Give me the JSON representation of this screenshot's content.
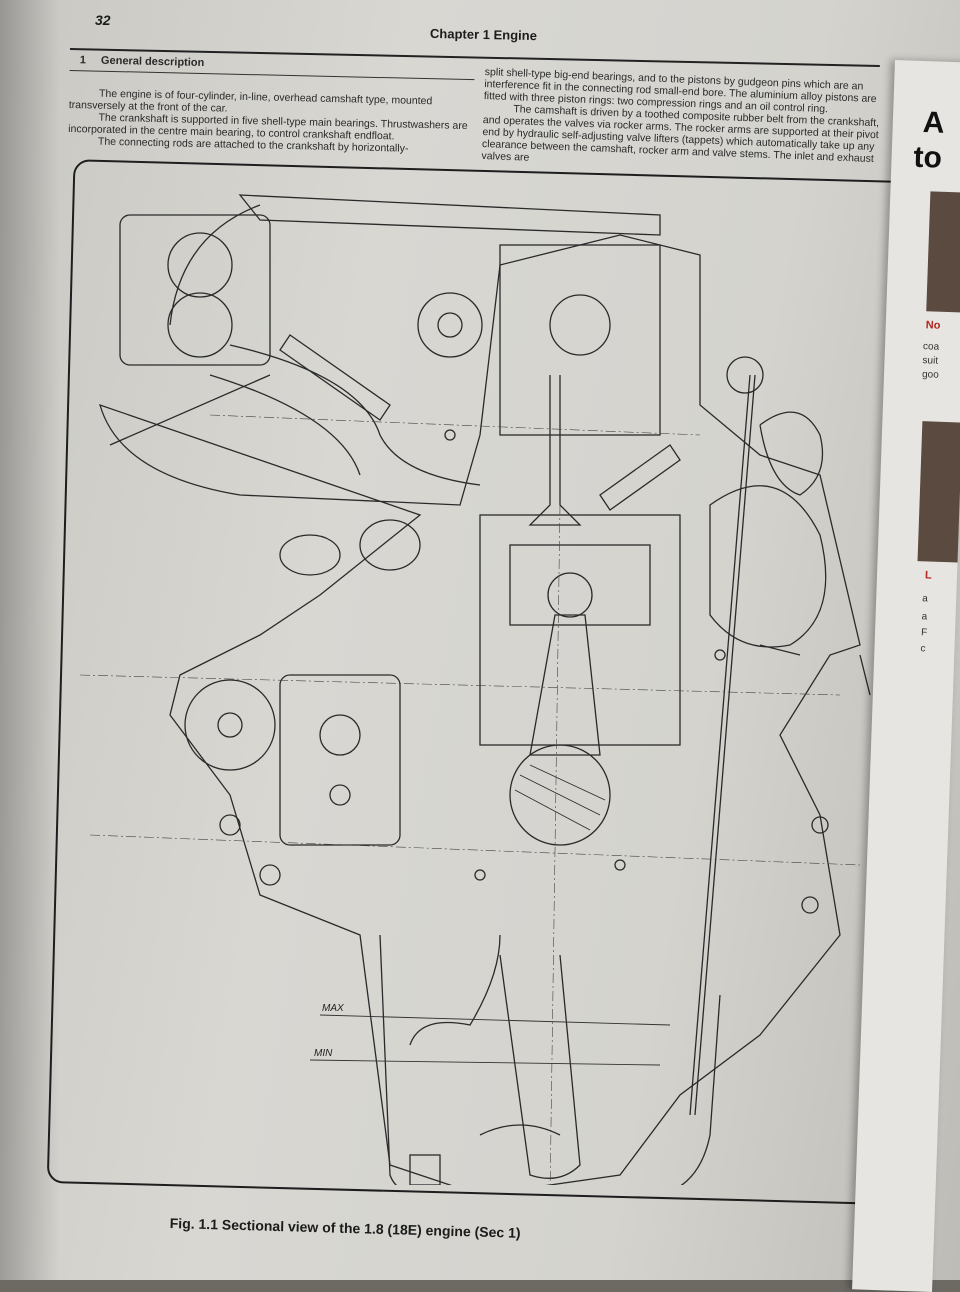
{
  "header": {
    "page_number": "32",
    "chapter_title": "Chapter 1  Engine"
  },
  "section": {
    "number": "1",
    "title": "General description"
  },
  "left_column": {
    "paragraphs": [
      "The engine is of four-cylinder, in-line, overhead camshaft type, mounted transversely at the front of the car.",
      "The crankshaft is supported in five shell-type main bearings. Thrustwashers are incorporated in the centre main bearing, to control crankshaft endfloat.",
      "The connecting rods are attached to the crankshaft by horizontally-"
    ]
  },
  "right_column": {
    "paragraphs": [
      "split shell-type big-end bearings, and to the pistons by gudgeon pins which are an interference fit in the connecting rod small-end bore. The aluminium alloy pistons are fitted with three piston rings: two compression rings and an oil control ring.",
      "The camshaft is driven by a toothed composite rubber belt from the crankshaft, and operates the valves via rocker arms. The rocker arms are supported at their pivot end by hydraulic self-adjusting valve lifters (tappets) which automatically take up any clearance between the camshaft, rocker arm and valve stems. The inlet and exhaust valves are"
    ]
  },
  "figure": {
    "max_label": "MAX",
    "min_label": "MIN",
    "caption": "Fig. 1.1 Sectional view of the 1.8 (18E) engine (Sec 1)"
  },
  "next_page": {
    "heading_line1": "A",
    "heading_line2": "to",
    "red_label_1": "No",
    "red_label_2": "L",
    "snippets": [
      "coa",
      "suit",
      "goo",
      "a",
      "a",
      "F",
      "c"
    ]
  }
}
